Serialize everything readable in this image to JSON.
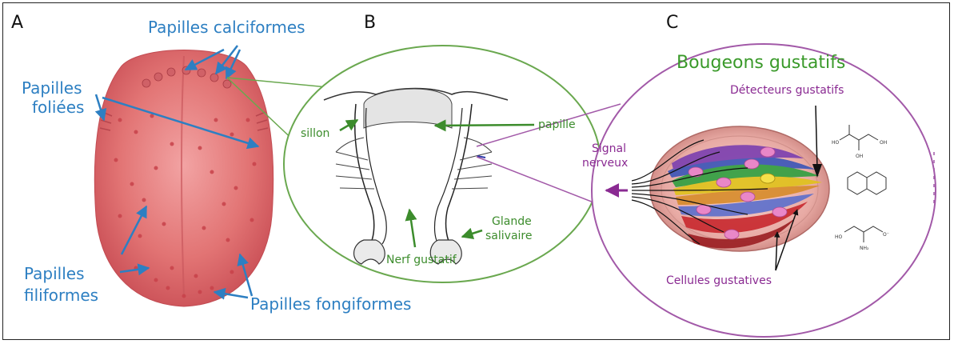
{
  "panels": {
    "a": "A",
    "b": "B",
    "c": "C"
  },
  "panel_a": {
    "calciformes": "Papilles calciformes",
    "foliees_1": "Papilles",
    "foliees_2": "foliées",
    "filiformes_1": "Papilles",
    "filiformes_2": "filiformes",
    "fongiformes": "Papilles fongiformes"
  },
  "panel_b": {
    "sillon": "sillon",
    "papille": "papille",
    "glande_1": "Glande",
    "glande_2": "salivaire",
    "nerf": "Nerf gustatif"
  },
  "panel_c": {
    "title": "Bougeons gustatifs",
    "detecteurs": "Détecteurs gustatifs",
    "signal_1": "Signal",
    "signal_2": "nerveux",
    "cellules": "Cellules gustatives"
  },
  "colors": {
    "blue_label": "#2d7fc2",
    "green_label": "#3c8c2c",
    "purple_label": "#8a2a92",
    "tongue": "#e06a6a",
    "tongue_dots": "#c8424a"
  }
}
